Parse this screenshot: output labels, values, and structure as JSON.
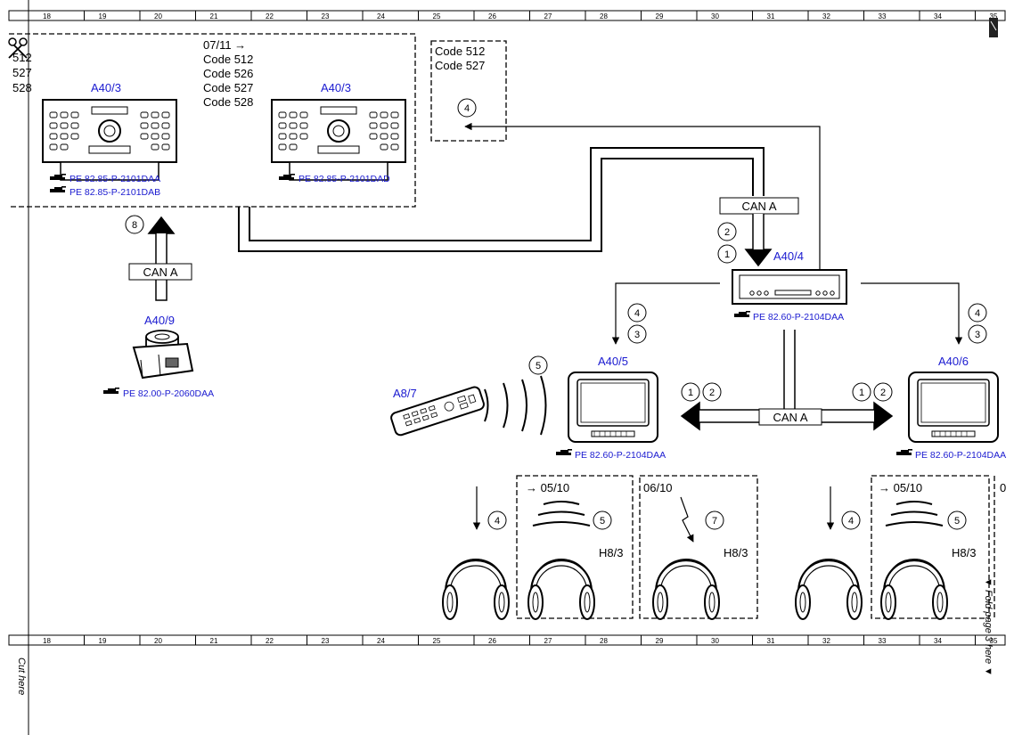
{
  "ruler": {
    "numbers": [
      "18",
      "19",
      "20",
      "21",
      "22",
      "23",
      "24",
      "25",
      "26",
      "27",
      "28",
      "29",
      "30",
      "31",
      "32",
      "33",
      "34",
      "35"
    ]
  },
  "left_codes": [
    "512",
    "527",
    "528"
  ],
  "codes_group_center": [
    "07/11 →",
    "Code 512",
    "Code 526",
    "Code 527",
    "Code 528"
  ],
  "codes_group_right": [
    "Code 512",
    "Code 527"
  ],
  "components": {
    "a40_3_left": "A40/3",
    "a40_3_right": "A40/3",
    "a40_4": "A40/4",
    "a40_5": "A40/5",
    "a40_6": "A40/6",
    "a40_9": "A40/9",
    "a8_7": "A8/7",
    "h8_3_a": "H8/3",
    "h8_3_b": "H8/3",
    "h8_3_c": "H8/3"
  },
  "refs": {
    "left_1": "PE 82.85-P-2101DAA",
    "left_2": "PE 82.85-P-2101DAB",
    "right": "PE 82.85-P-2101DAD",
    "a40_4": "PE 82.60-P-2104DAA",
    "a40_5": "PE 82.60-P-2104DAA",
    "a40_6": "PE 82.60-P-2104DAA",
    "a40_9": "PE 82.00-P-2060DAA"
  },
  "can_labels": [
    "CAN A",
    "CAN A",
    "CAN A"
  ],
  "circles": {
    "c4_top": "4",
    "c8": "8",
    "c2_mid": "2",
    "c1_mid": "1",
    "c4_left": "4",
    "c3_left": "3",
    "c4_right": "4",
    "c3_right": "3",
    "c5_remote": "5",
    "c1_a": "1",
    "c2_a": "2",
    "c1_b": "1",
    "c2_b": "2",
    "c4_hp1": "4",
    "c5_hp2": "5",
    "c7_hp3": "7",
    "c4_hp4": "4",
    "c5_hp5": "5"
  },
  "dates": {
    "d1": "→ 05/10",
    "d2": "06/10",
    "d3": "→ 05/10",
    "d4": "0"
  },
  "edge_texts": {
    "bottom_left": "Cut here",
    "right_side": "▼ Fold page 3 here ▼"
  },
  "icons": [
    "scissors-icon",
    "fold-marker-icon",
    "pointing-hand-icon"
  ]
}
